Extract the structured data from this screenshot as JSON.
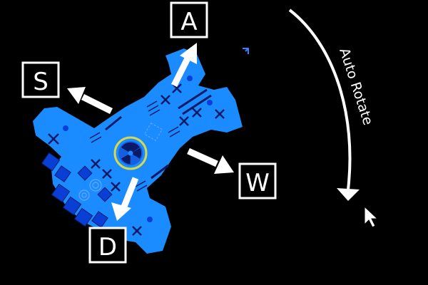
{
  "hud": {
    "keys": {
      "up": "A",
      "left": "S",
      "right": "W",
      "down": "D"
    },
    "rotate_label": "Auto Rotate"
  },
  "colors": {
    "background": "#000000",
    "ship_fill": "#1a8cff",
    "ship_dark": "#0a3fd6",
    "detail_dark": "#0a1a66",
    "reactor_ring": "#d8d84a",
    "ui_white": "#ffffff",
    "small_icon": "#3a7cff"
  },
  "icons": {
    "reactor": "radiation-icon",
    "cursor": "mouse-pointer-icon",
    "corner_marker": "corner-arrow-icon"
  }
}
